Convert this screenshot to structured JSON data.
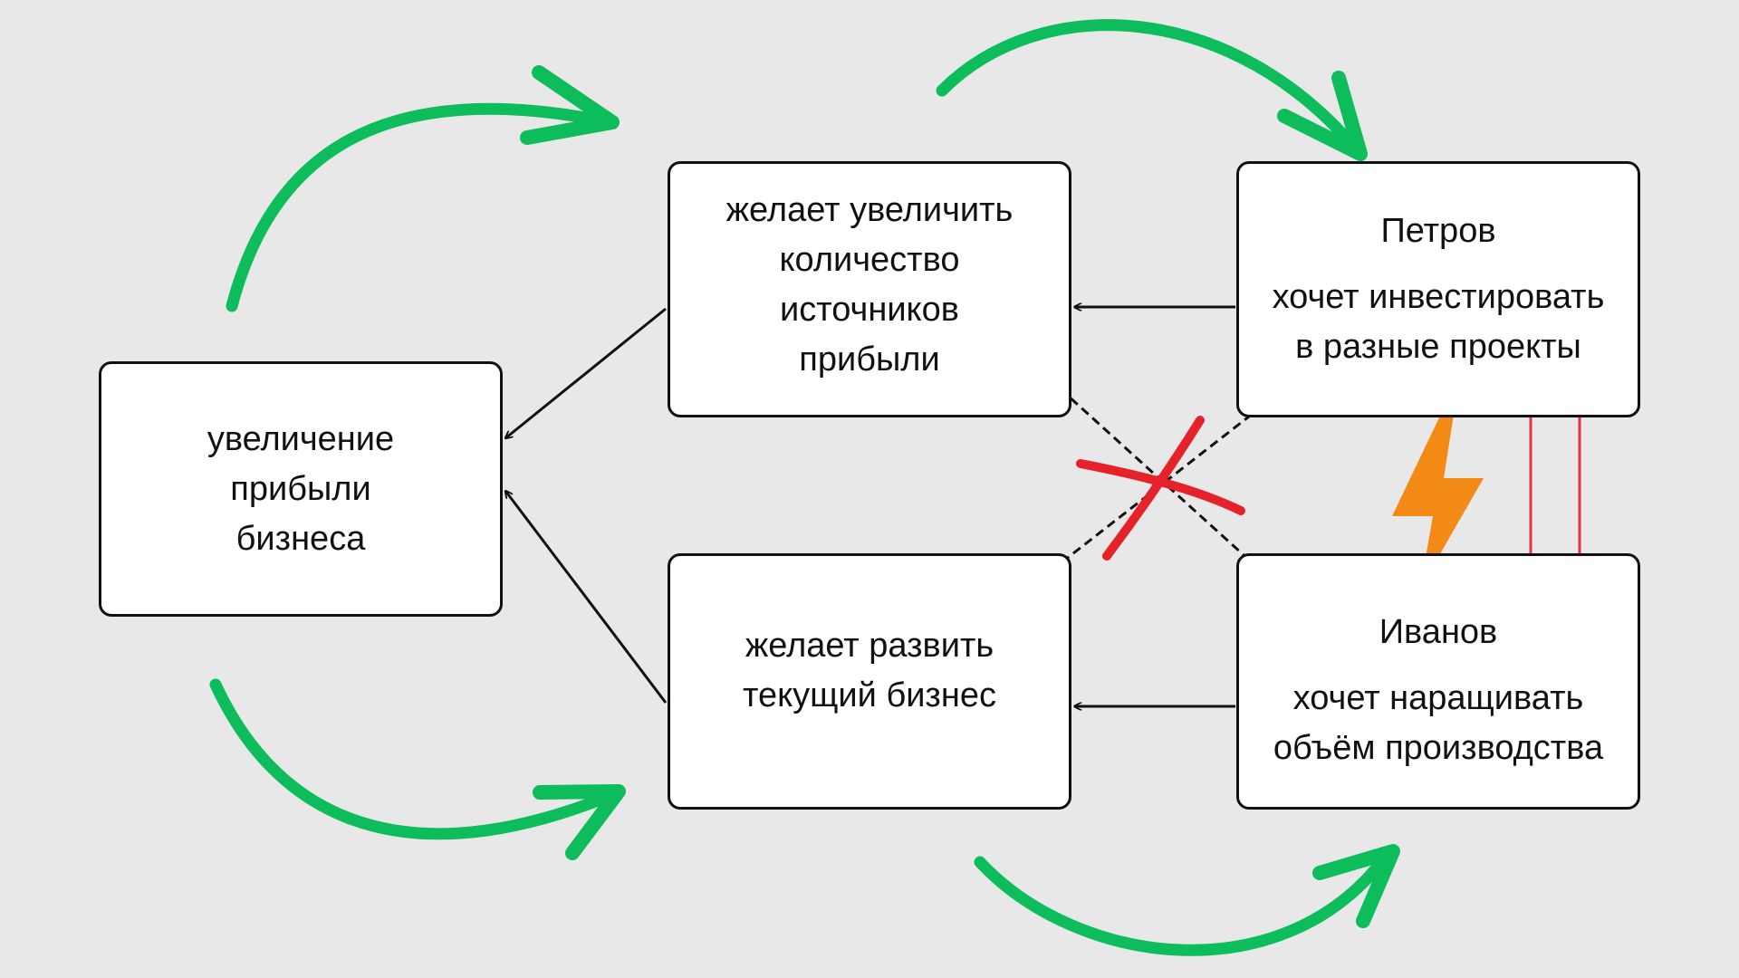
{
  "colors": {
    "background": "#e8e8e8",
    "box_fill": "#ffffff",
    "box_border": "#111111",
    "green_arrow": "#0dbc5a",
    "red_cross": "#e5222a",
    "red_arrow": "#e8343a",
    "lightning": "#f48a16",
    "connector": "#111111"
  },
  "boxes": {
    "left": {
      "lines": [
        "увеличение",
        "прибыли",
        "бизнеса"
      ]
    },
    "top": {
      "lines": [
        "желает увеличить",
        "количество",
        "источников",
        "прибыли"
      ]
    },
    "bottom": {
      "lines": [
        "желает развить",
        "текущий бизнес"
      ]
    },
    "petrov": {
      "name": "Петров",
      "lines": [
        "хочет инвестировать",
        "в разные проекты"
      ]
    },
    "ivanov": {
      "name": "Иванов",
      "lines": [
        "хочет наращивать",
        "объём производства"
      ]
    }
  },
  "icons": {
    "conflict": "lightning-icon",
    "rejected": "red-cross-icon"
  }
}
